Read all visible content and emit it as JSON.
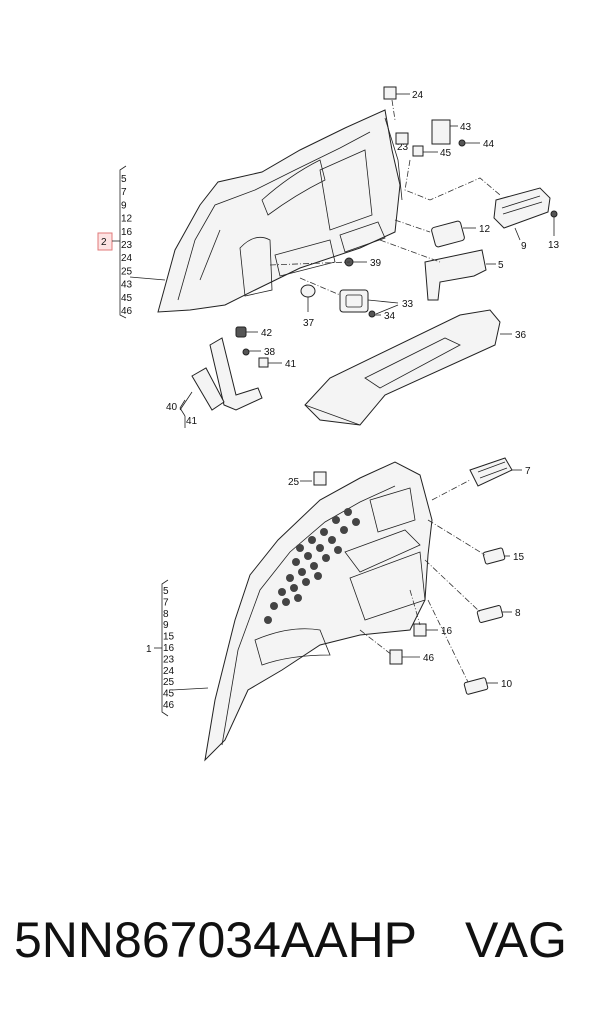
{
  "footer": {
    "part_number": "5NN867034AAHP",
    "brand": "VAG"
  },
  "upper_group": {
    "index_label": "2",
    "sub_parts": [
      "5",
      "7",
      "9",
      "12",
      "16",
      "23",
      "24",
      "25",
      "43",
      "45",
      "46"
    ]
  },
  "lower_group": {
    "index_label": "1",
    "sub_parts": [
      "5",
      "7",
      "8",
      "9",
      "15",
      "16",
      "23",
      "24",
      "25",
      "45",
      "46"
    ]
  },
  "callouts": {
    "c24": "24",
    "c23": "23",
    "c43": "43",
    "c44": "44",
    "c45": "45",
    "c12": "12",
    "c9": "9",
    "c13": "13",
    "c5": "5",
    "c39": "39",
    "c33": "33",
    "c34": "34",
    "c37": "37",
    "c36": "36",
    "c42": "42",
    "c38": "38",
    "c41a": "41",
    "c40": "40",
    "c41b": "41",
    "c25": "25",
    "c7": "7",
    "c15": "15",
    "c8": "8",
    "c16": "16",
    "c46": "46",
    "c10": "10"
  },
  "colors": {
    "highlight": "#e07a7a",
    "line": "#222222"
  }
}
